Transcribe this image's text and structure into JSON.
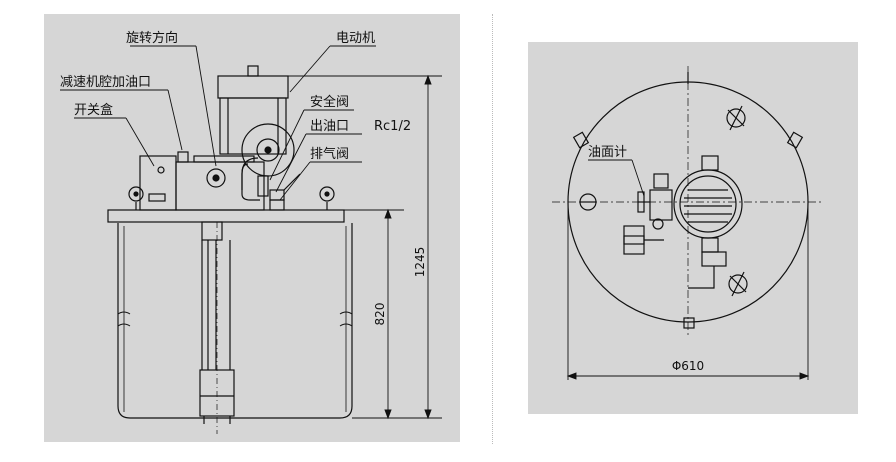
{
  "side_view": {
    "labels": {
      "rotation_direction": "旋转方向",
      "motor": "电动机",
      "gearbox_oil_inlet": "减速机腔加油口",
      "switch_box": "开关盒",
      "safety_valve": "安全阀",
      "oil_outlet": "出油口",
      "thread_spec": "Rc1/2",
      "vent_valve": "排气阀"
    },
    "dimensions": {
      "total_height": "1245",
      "barrel_height": "820"
    }
  },
  "top_view": {
    "labels": {
      "oil_level_gauge": "油面计"
    },
    "dimensions": {
      "diameter": "Φ610"
    }
  }
}
